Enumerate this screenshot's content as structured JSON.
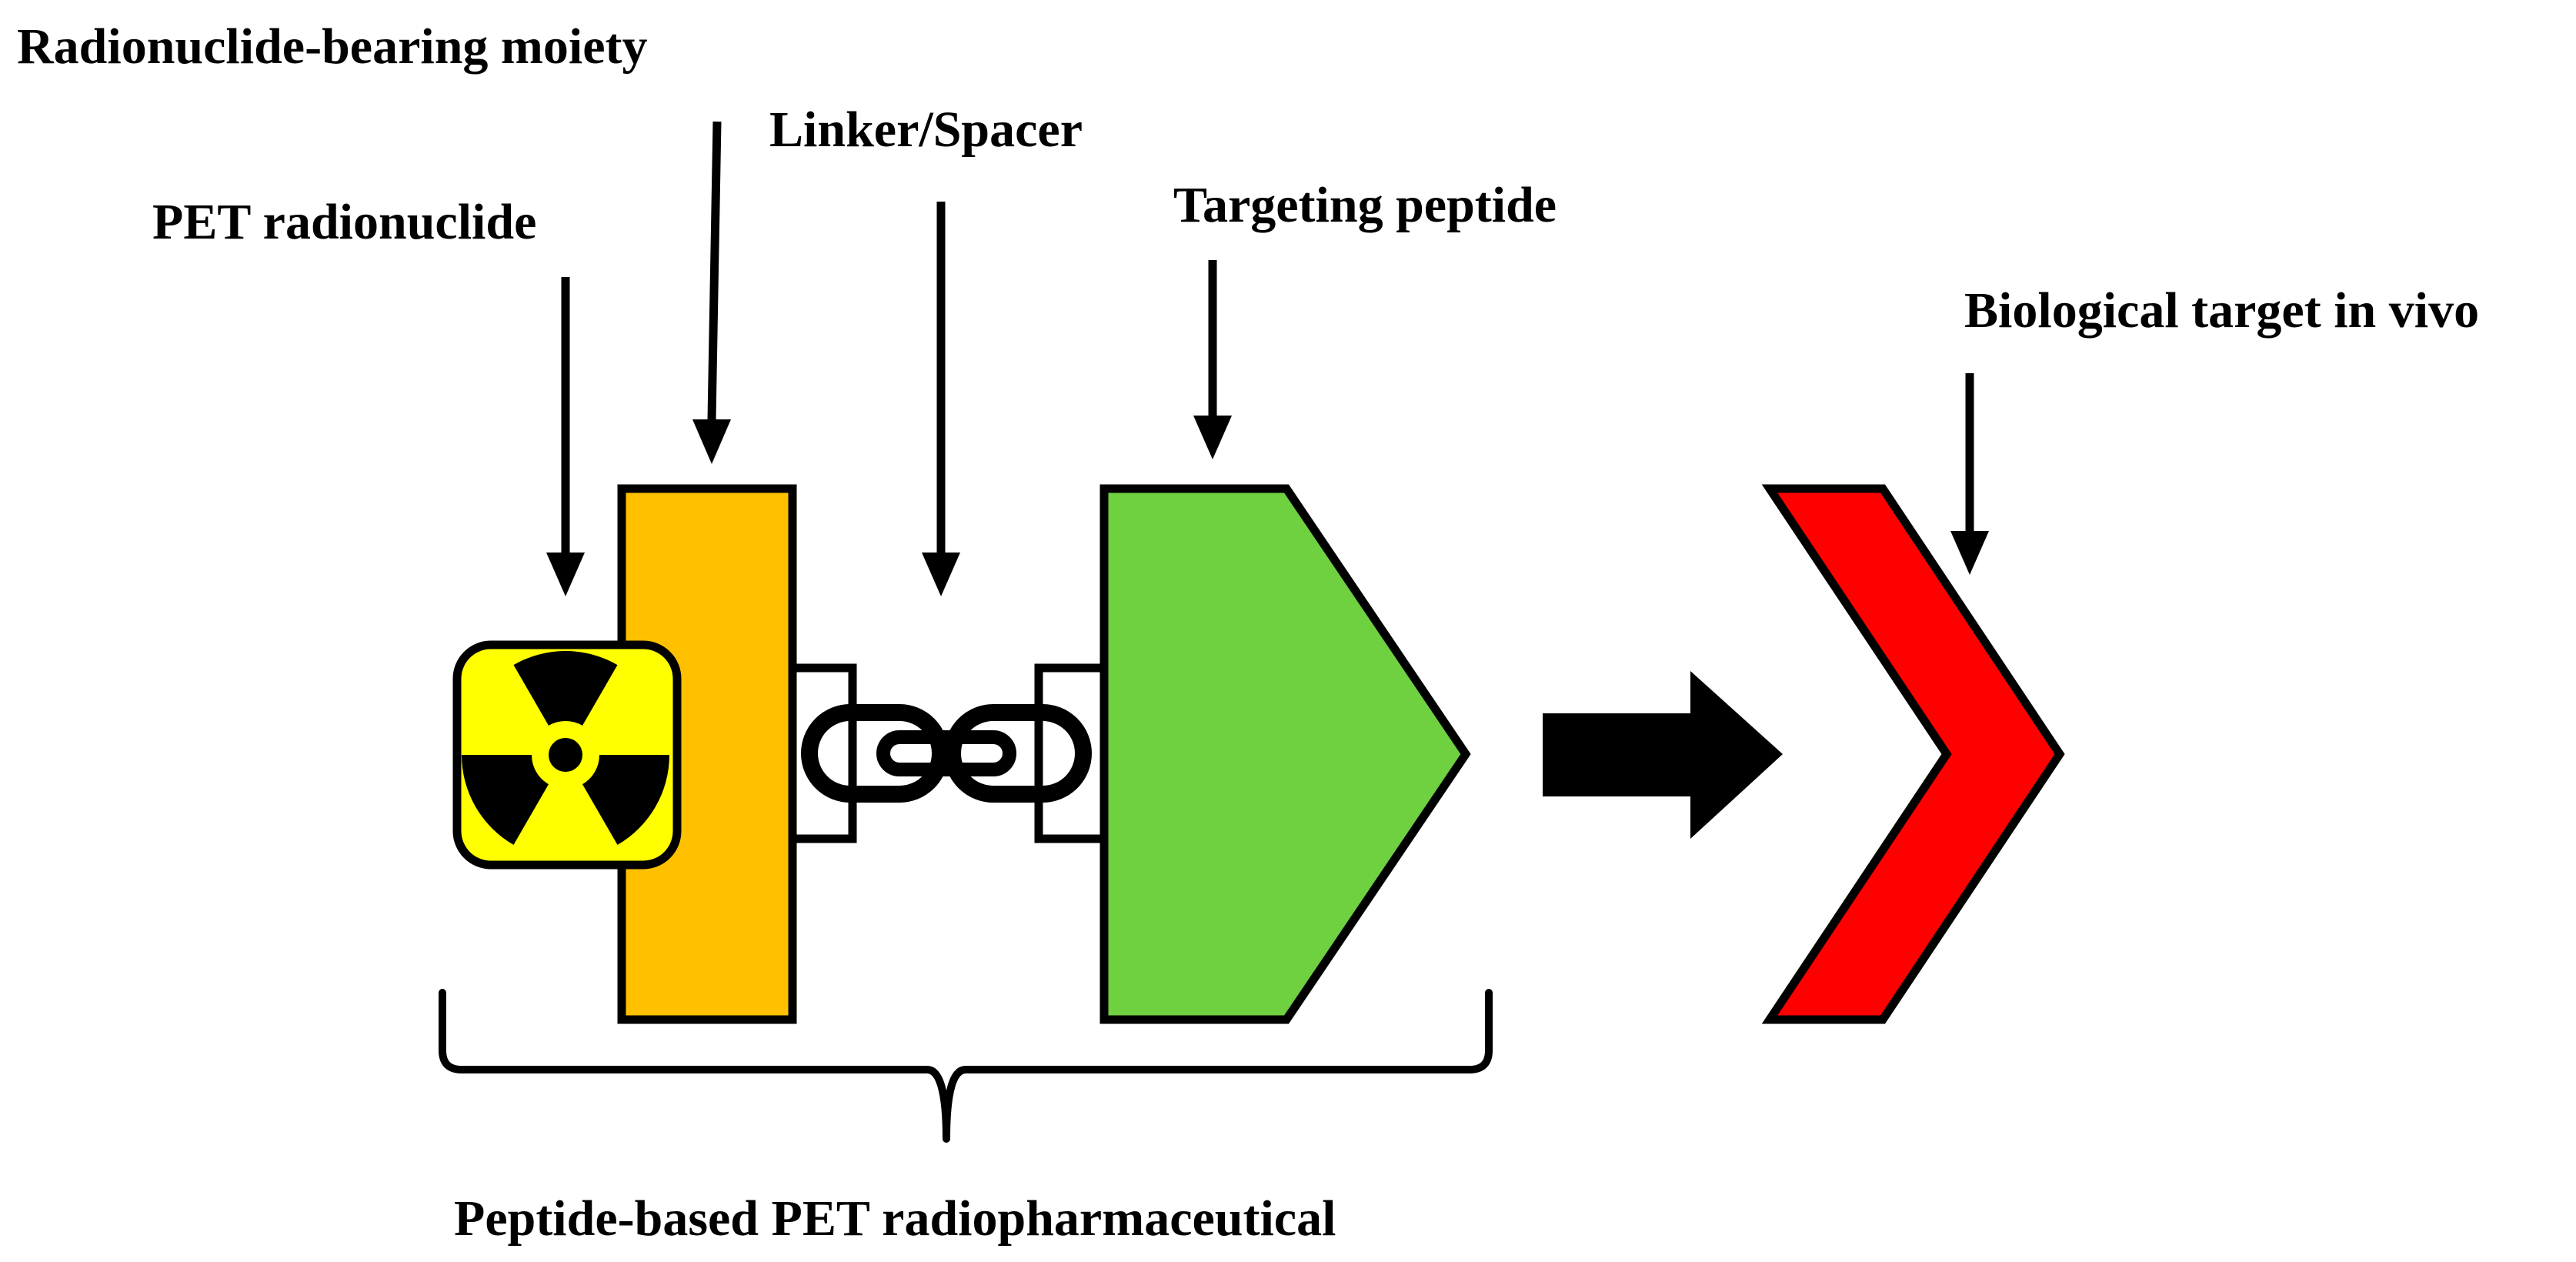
{
  "labels": {
    "radionuclide_moiety": "Radionuclide-bearing moiety",
    "linker_spacer": "Linker/Spacer",
    "pet_radionuclide": "PET radionuclide",
    "targeting_peptide": "Targeting peptide",
    "biological_target": "Biological target in vivo",
    "radiopharmaceutical": "Peptide-based PET radiopharmaceutical"
  },
  "colors": {
    "radionuclide_fill": "#FFFF00",
    "moiety_fill": "#FFC000",
    "peptide_fill": "#6FD040",
    "target_fill": "#FF0000",
    "stroke": "#000000"
  },
  "icons": {
    "radionuclide": "radiation-trefoil-icon",
    "linker": "chain-link-icon"
  }
}
